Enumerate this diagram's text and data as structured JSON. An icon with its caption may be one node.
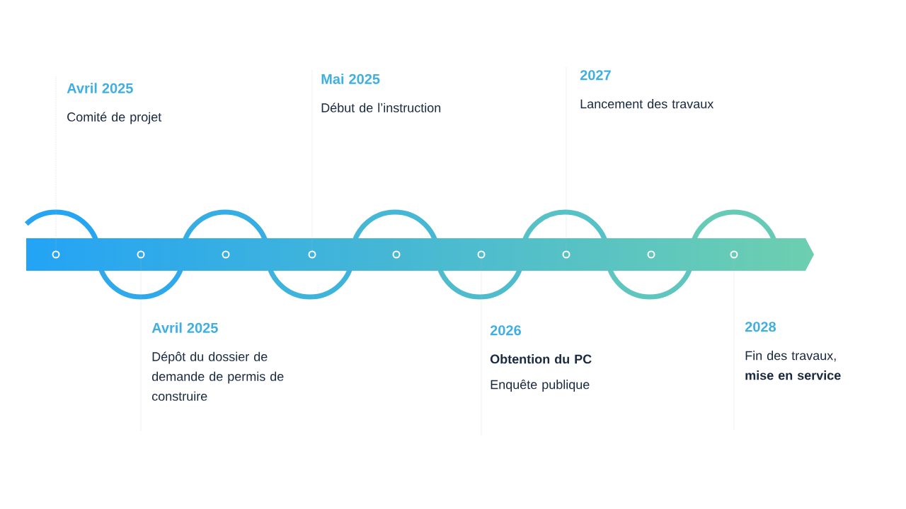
{
  "diagram": {
    "nodes": [
      {
        "text": [
          "Avril 2025",
          "Comité de projet"
        ]
      },
      {
        "text": [
          "Mai 2025",
          "Début de l’instruction"
        ]
      },
      {
        "text": [
          "2027",
          "Lancement des travaux"
        ]
      },
      {
        "text": [
          "Avril 2025",
          "Dépôt du dossier de demande de permis de construire"
        ]
      },
      {
        "text": [
          "2026",
          "Obtention du PC",
          "Enquête publique"
        ]
      },
      {
        "text": [
          "2028",
          "Fin des travaux, **mise en service**"
        ]
      },
      {
        "text": [],
        "shape": "circle"
      },
      {
        "text": [],
        "shape": "circle"
      },
      {
        "text": [],
        "shape": "circle"
      },
      {
        "text": [],
        "shape": "circle"
      },
      {
        "text": [],
        "shape": "circle"
      },
      {
        "text": [],
        "shape": "circle"
      },
      {
        "text": [],
        "shape": "circle"
      },
      {
        "text": [],
        "shape": "circle"
      },
      {
        "text": [],
        "shape": "circle"
      }
    ],
    "edges": [
      {
        "from": 0,
        "to": 6,
        "arrow": "none"
      },
      {
        "from": 1,
        "to": 9,
        "arrow": "none"
      },
      {
        "from": 2,
        "to": 12,
        "arrow": "none"
      },
      {
        "from": 3,
        "to": 7,
        "arrow": "none"
      },
      {
        "from": 4,
        "to": 11,
        "arrow": "none"
      },
      {
        "from": 5,
        "to": 14,
        "arrow": "none"
      }
    ]
  }
}
